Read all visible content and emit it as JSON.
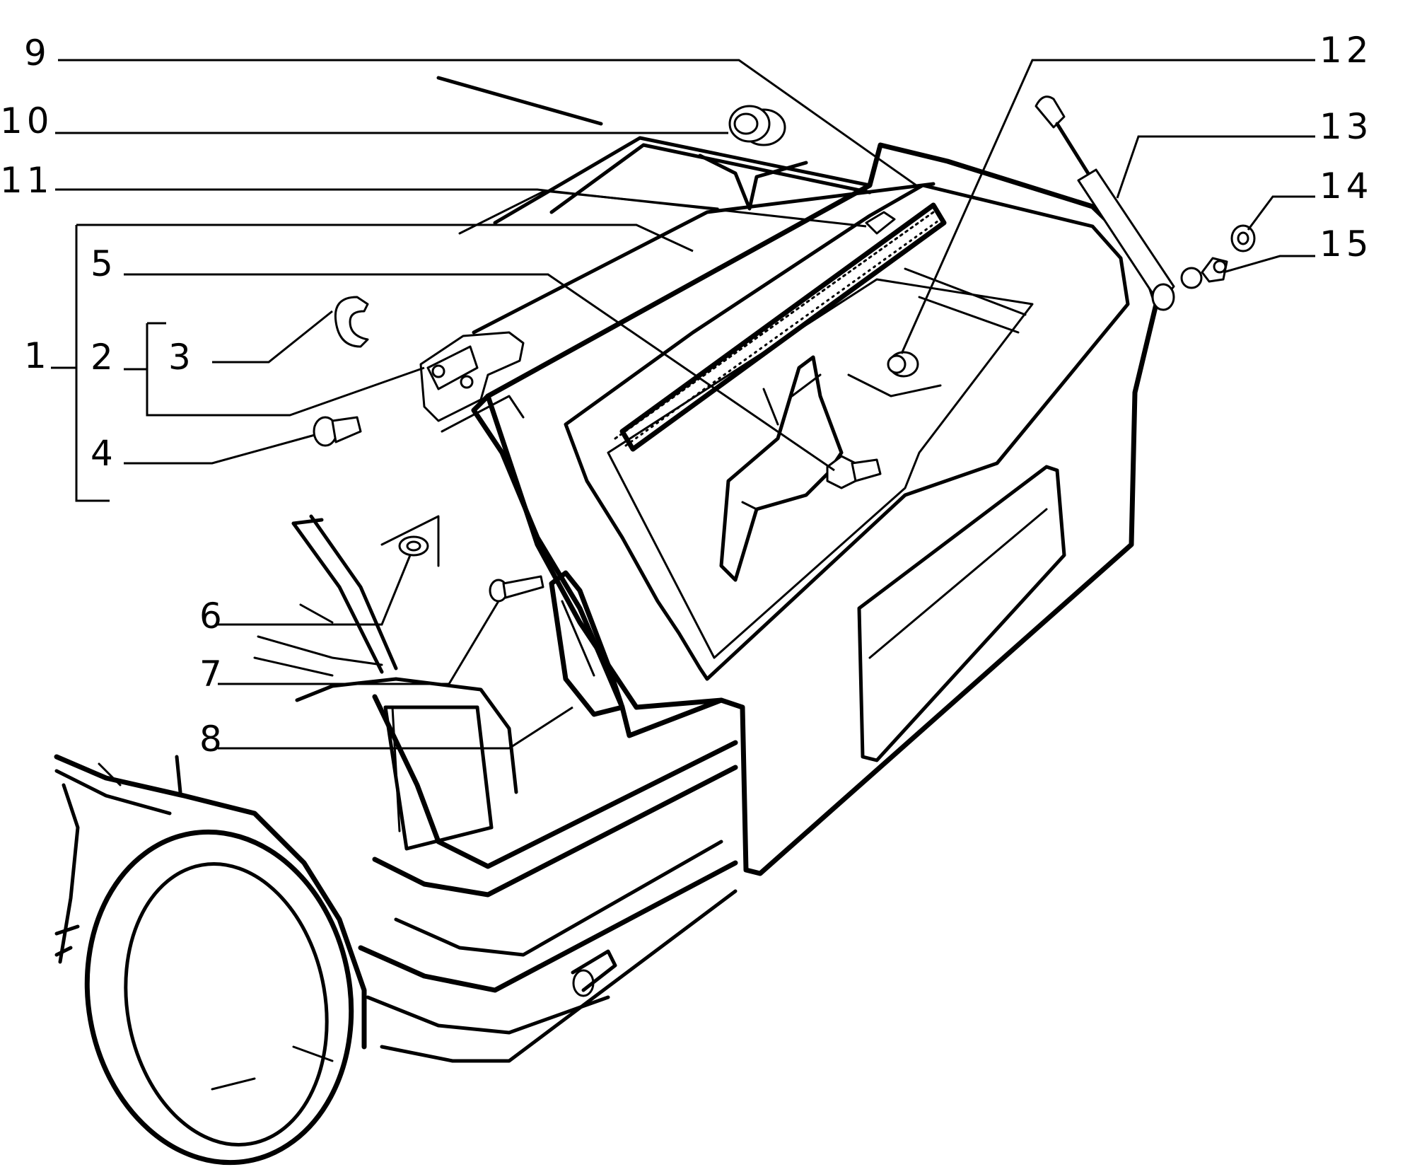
{
  "diagram": {
    "callouts": [
      {
        "id": "c9",
        "label": "9"
      },
      {
        "id": "c10",
        "label": "10"
      },
      {
        "id": "c11",
        "label": "11"
      },
      {
        "id": "c1",
        "label": "1"
      },
      {
        "id": "c2",
        "label": "2"
      },
      {
        "id": "c3",
        "label": "3"
      },
      {
        "id": "c4",
        "label": "4"
      },
      {
        "id": "c5",
        "label": "5"
      },
      {
        "id": "c6",
        "label": "6"
      },
      {
        "id": "c7",
        "label": "7"
      },
      {
        "id": "c8",
        "label": "8"
      },
      {
        "id": "c12",
        "label": "12"
      },
      {
        "id": "c13",
        "label": "13"
      },
      {
        "id": "c14",
        "label": "14"
      },
      {
        "id": "c15",
        "label": "15"
      }
    ],
    "line_color": "#000000",
    "background_color": "#ffffff"
  }
}
